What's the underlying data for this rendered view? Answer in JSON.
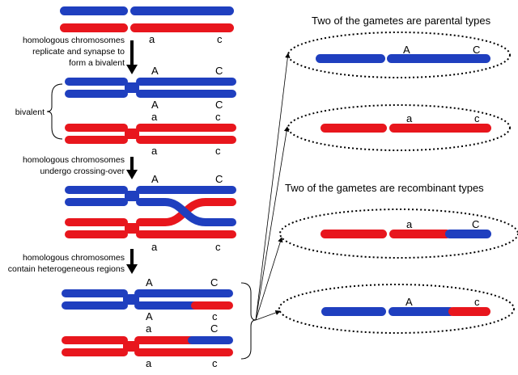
{
  "colors": {
    "blue": "#1f3fbf",
    "red": "#e8161d",
    "ink": "#000000"
  },
  "steps": {
    "step1": [
      "homologous chromosomes",
      "replicate and synapse to",
      "form a bivalent"
    ],
    "step2": [
      "homologous chromosomes",
      "undergo crossing-over"
    ],
    "step3": [
      "homologous chromosomes",
      "contain heterogeneous regions"
    ]
  },
  "bivalent_label": "bivalent",
  "headings": {
    "parental": "Two of the gametes are parental types",
    "recombinant": "Two of the gametes are recombinant types"
  },
  "loci": {
    "upper_a": "A",
    "upper_c": "C",
    "lower_a": "a",
    "lower_c": "c"
  }
}
